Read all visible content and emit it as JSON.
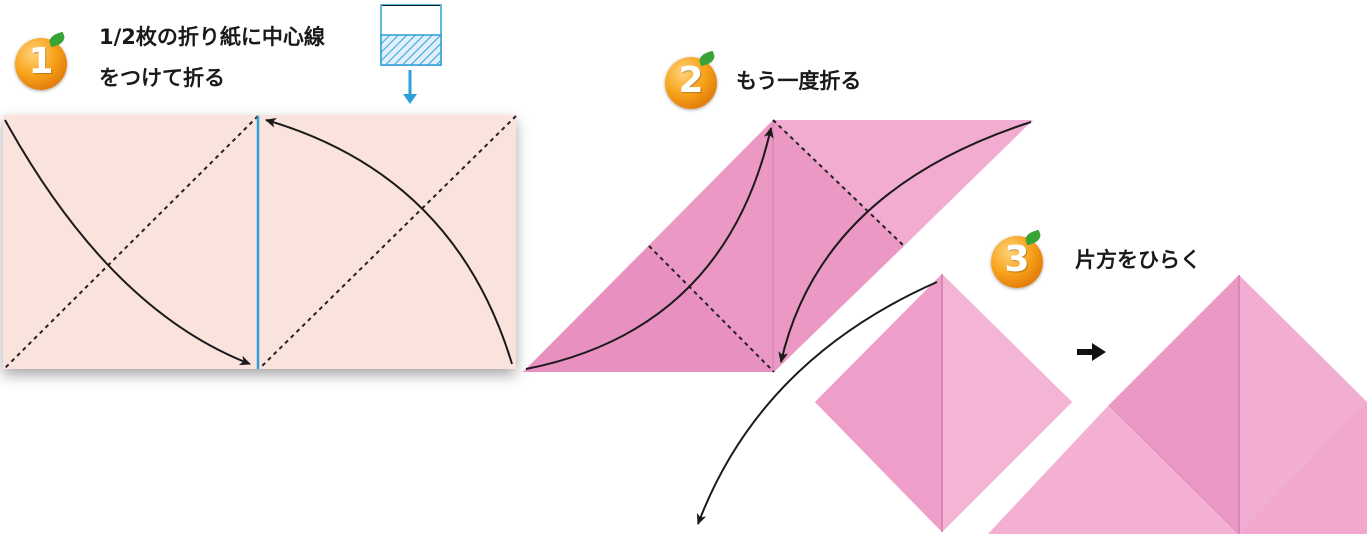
{
  "steps": [
    {
      "number": "1",
      "text_line1": "1/2枚の折り紙に中心線",
      "text_line2": "をつけて折る"
    },
    {
      "number": "2",
      "text": "もう一度折る"
    },
    {
      "number": "3",
      "text": "片方をひらく"
    }
  ],
  "colors": {
    "paper_step1": "#fbe3dd",
    "paper_pink": "#ee9fc9",
    "paper_pink_dark": "#e58abb",
    "center_line": "#2f9fd8",
    "badge_orange": "#f39a1e",
    "arrow": "#1a1a1a"
  }
}
